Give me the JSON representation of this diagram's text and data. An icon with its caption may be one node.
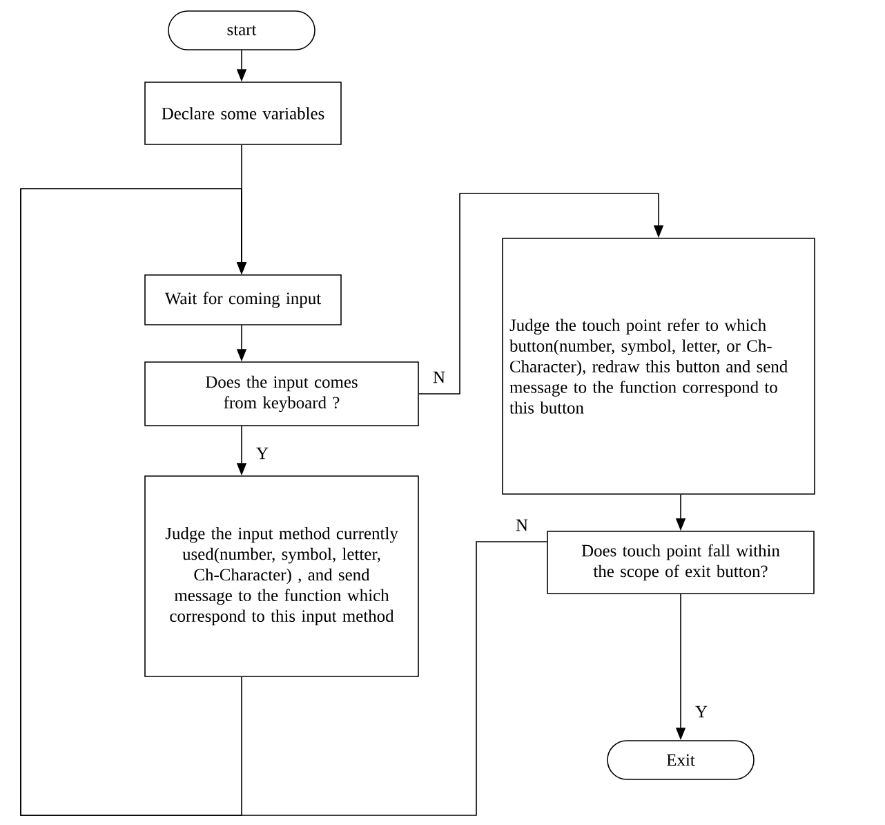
{
  "diagram": {
    "nodes": [
      {
        "text": [
          "start"
        ]
      },
      {
        "text": [
          "Declare some variables"
        ]
      },
      {
        "text": [
          "Wait for coming input"
        ]
      },
      {
        "text": [
          "Does the input comes from keyboard ?"
        ]
      },
      {
        "text": [
          "Judge the input method currently used(number, symbol, letter, Ch-Character) , and send message to the function which correspond to this input method"
        ]
      },
      {
        "text": [
          "Judge the touch point refer to which button(number, symbol, letter, or Ch-Character), redraw this button and send message to the function correspond to this button"
        ]
      },
      {
        "text": [
          "Does touch point fall within the scope of exit button?"
        ]
      },
      {
        "text": [
          "Exit"
        ]
      }
    ],
    "edges": [
      {
        "from": 0,
        "to": 1,
        "arrow": "to"
      },
      {
        "from": 1,
        "to": 2,
        "arrow": "to"
      },
      {
        "from": 2,
        "to": 3,
        "arrow": "to"
      },
      {
        "from": 3,
        "to": 4,
        "arrow": "to",
        "label": "Y"
      },
      {
        "from": 3,
        "to": 5,
        "arrow": "to",
        "label": "N"
      },
      {
        "from": 5,
        "to": 6,
        "arrow": "to"
      },
      {
        "from": 6,
        "to": 7,
        "arrow": "to",
        "label": "Y"
      },
      {
        "from": 6,
        "to": 2,
        "arrow": "to",
        "label": "N"
      },
      {
        "from": 4,
        "to": 2,
        "arrow": "to"
      }
    ]
  }
}
